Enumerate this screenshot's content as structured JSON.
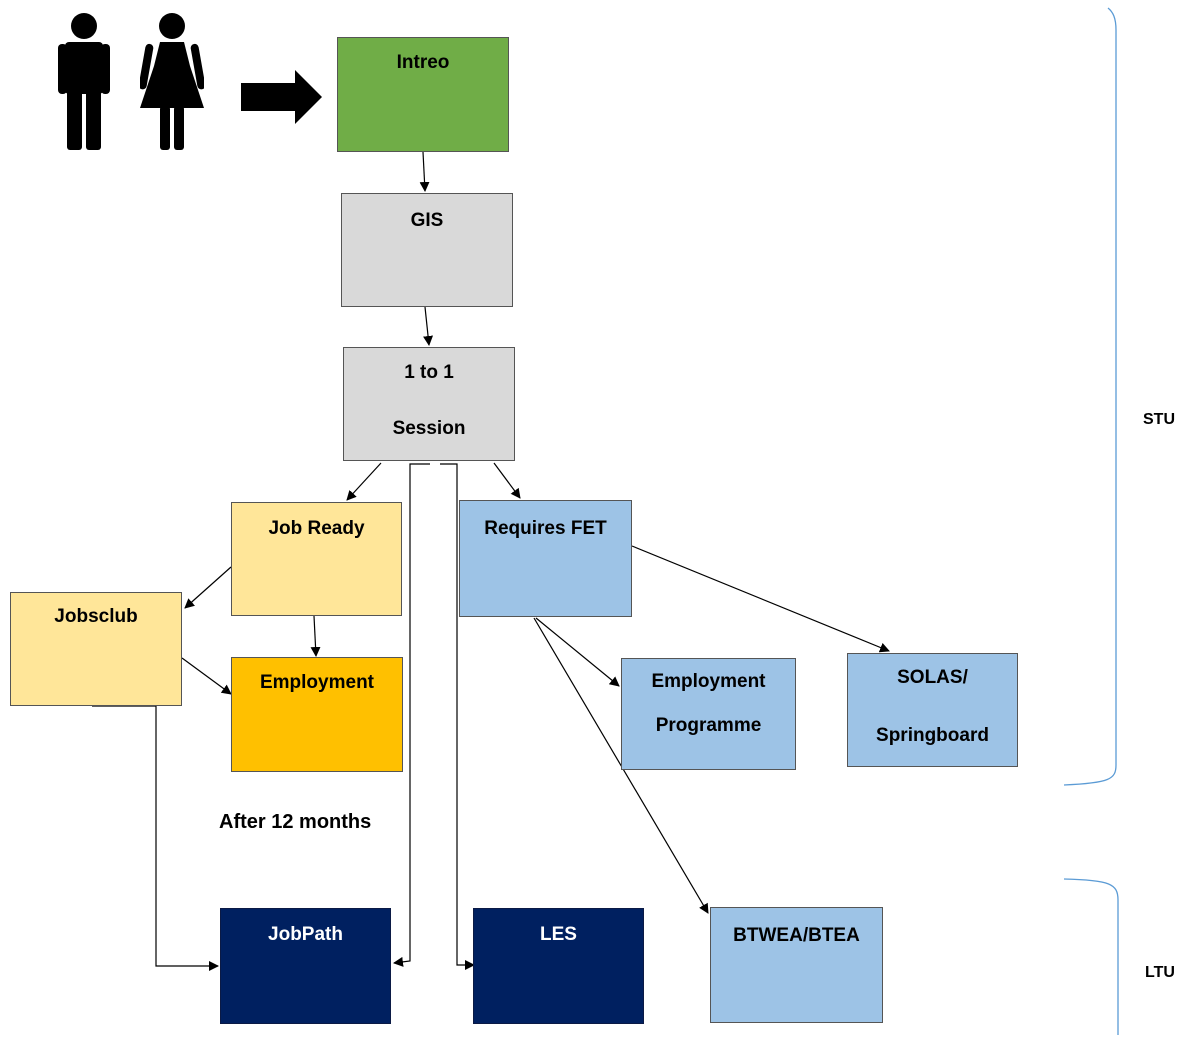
{
  "colors": {
    "intreo": "#70ad47",
    "assessment": "#d9d9d9",
    "job_ready": "#ffe699",
    "employment": "#ffc000",
    "fet": "#9dc3e6",
    "ltu_service": "#002060",
    "bracket": "#5b9bd5",
    "arrow": "#000000"
  },
  "icons": {
    "man": "man-icon",
    "woman": "woman-icon",
    "entry_arrow": "block-arrow-right-icon"
  },
  "boxes": {
    "intreo": "Intreo",
    "gis": "GIS",
    "one_to_one_line1": "1 to 1",
    "one_to_one_line2": "Session",
    "job_ready": "Job Ready",
    "requires_fet": "Requires FET",
    "jobsclub": "Jobsclub",
    "employment": "Employment",
    "employment_programme_line1": "Employment",
    "employment_programme_line2": "Programme",
    "solas_line1": "SOLAS/",
    "solas_line2": "Springboard",
    "jobpath": "JobPath",
    "les": "LES",
    "btwea": "BTWEA/BTEA"
  },
  "annotations": {
    "after_12_months": "After 12 months"
  },
  "brackets": {
    "stu": "STU",
    "ltu": "LTU"
  }
}
